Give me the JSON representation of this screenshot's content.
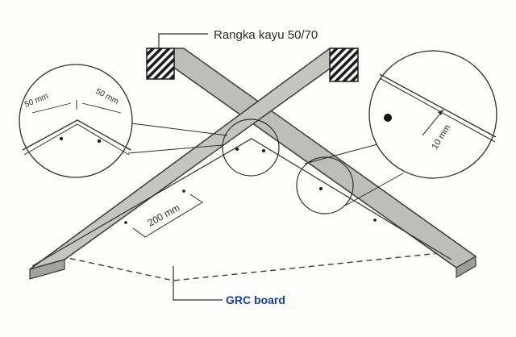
{
  "labels": {
    "timber_frame": "Rangka kayu 50/70",
    "board": "GRC board",
    "spacing_left": "50 mm",
    "spacing_right": "50 mm",
    "screw_spacing": "200 mm",
    "edge_distance": "10 mm"
  },
  "colors": {
    "board_label": "#1a3f8f",
    "beam_fill": "#b9b9b6",
    "line": "#3a3a3a"
  }
}
